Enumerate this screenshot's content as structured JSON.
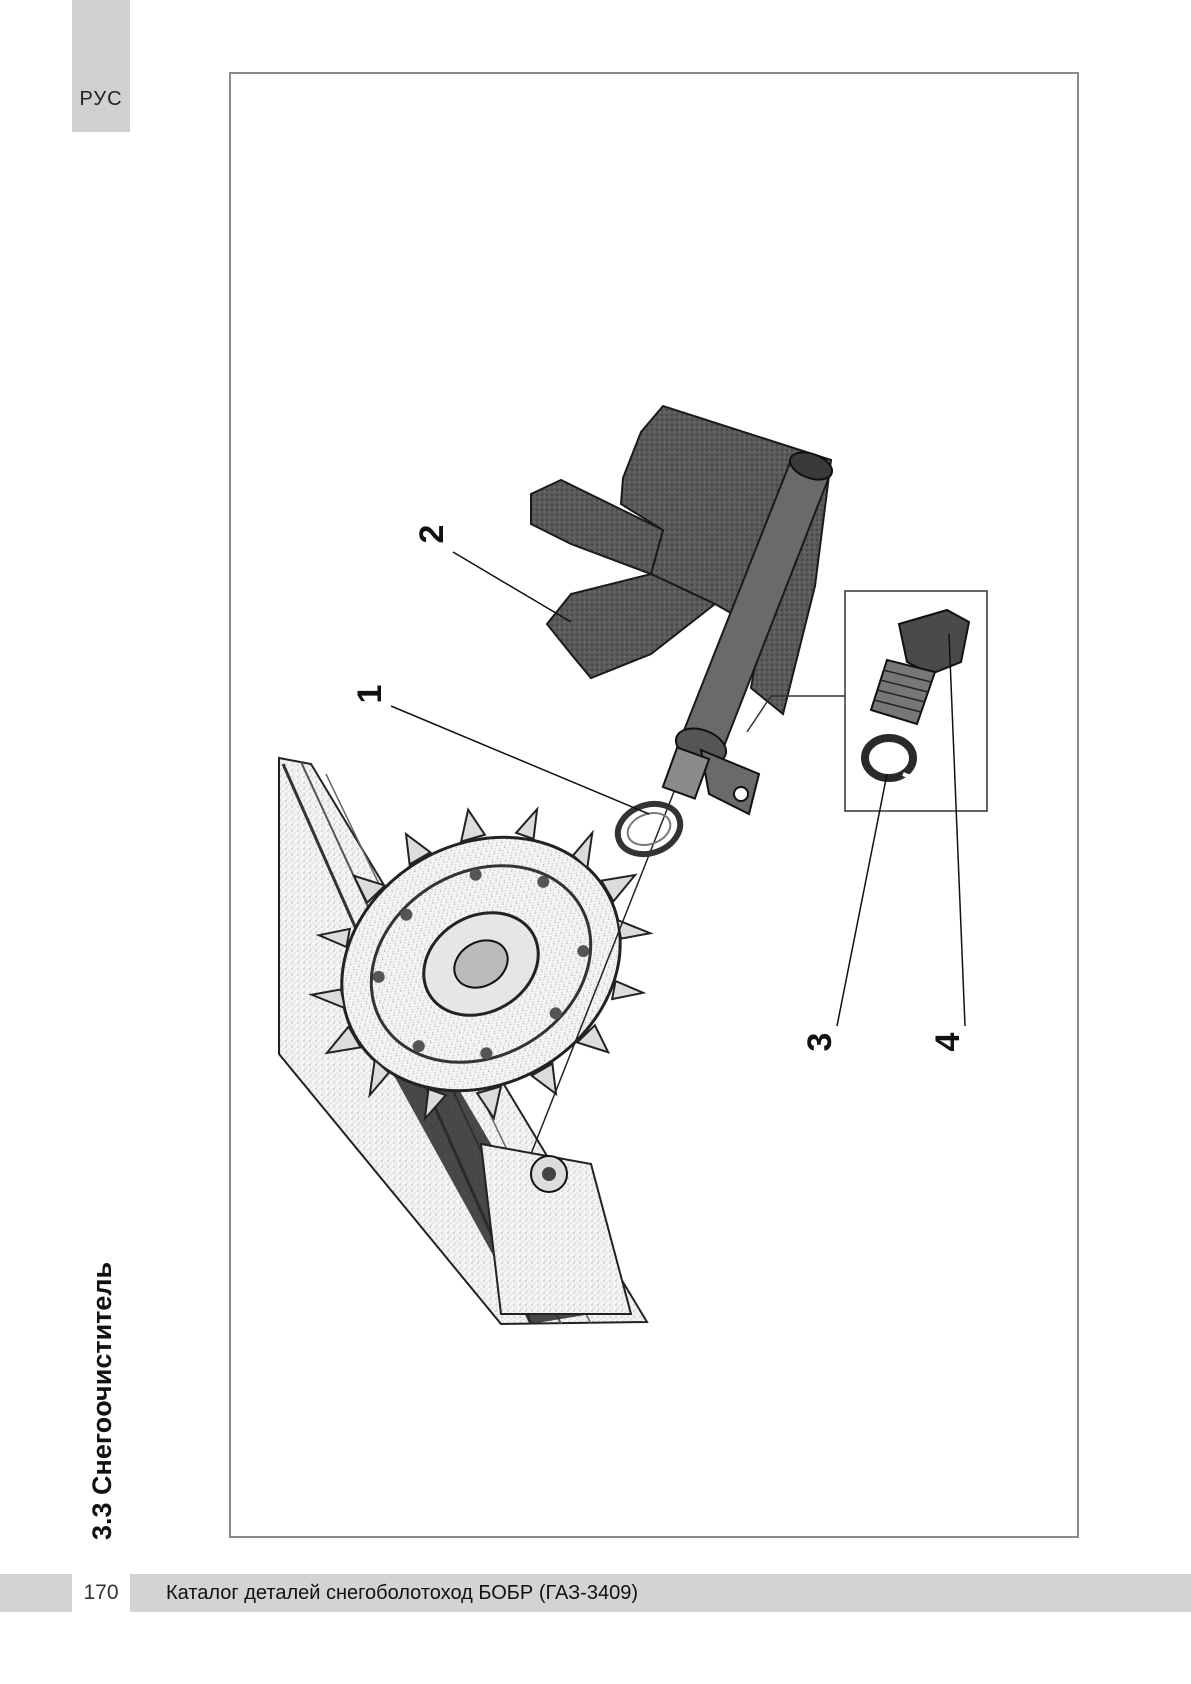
{
  "header": {
    "language_tab": "РУС"
  },
  "section": {
    "title": "3.3 Снегоочиститель"
  },
  "figure": {
    "callouts": [
      "1",
      "2",
      "3",
      "4"
    ],
    "parts": [
      "sealing-ring",
      "bracket",
      "spring-washer",
      "bolt"
    ]
  },
  "footer": {
    "page_number": "170",
    "catalog_title": "Каталог деталей снегоболотоход БОБР (ГАЗ-3409)"
  }
}
